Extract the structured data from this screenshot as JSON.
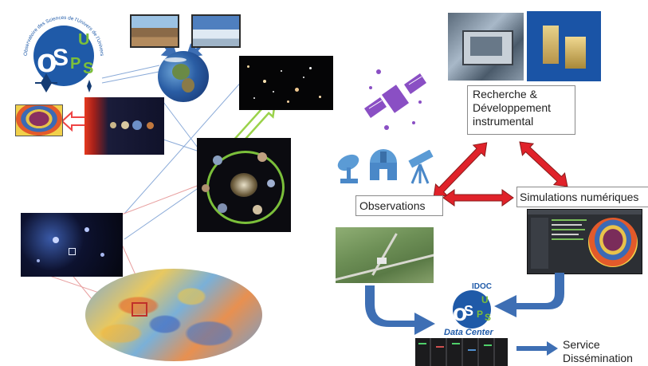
{
  "logo": {
    "arc_text": "Observatoire des Sciences de l'Univers de l'Université Paris-Saclay",
    "o": "o",
    "s": "S",
    "u": "U",
    "p": "P",
    "s2": "S"
  },
  "boxes": {
    "rnd": [
      "Recherche &",
      "Développement",
      "instrumental"
    ],
    "observations": "Observations",
    "simulations": "Simulations numériques"
  },
  "datacenter": {
    "idoc": "IDOC",
    "s": "S",
    "u": "U",
    "p": "P",
    "s2": "S",
    "o": "o",
    "label": "Data Center"
  },
  "service": [
    "Service",
    "Dissémination"
  ],
  "colors": {
    "logo_blue": "#1f5aa8",
    "logo_green": "#7cbf3a",
    "red_arrow": "#e0222a",
    "blue_arrow": "#3e6fb4",
    "satellite_purple": "#8a4fc4"
  }
}
